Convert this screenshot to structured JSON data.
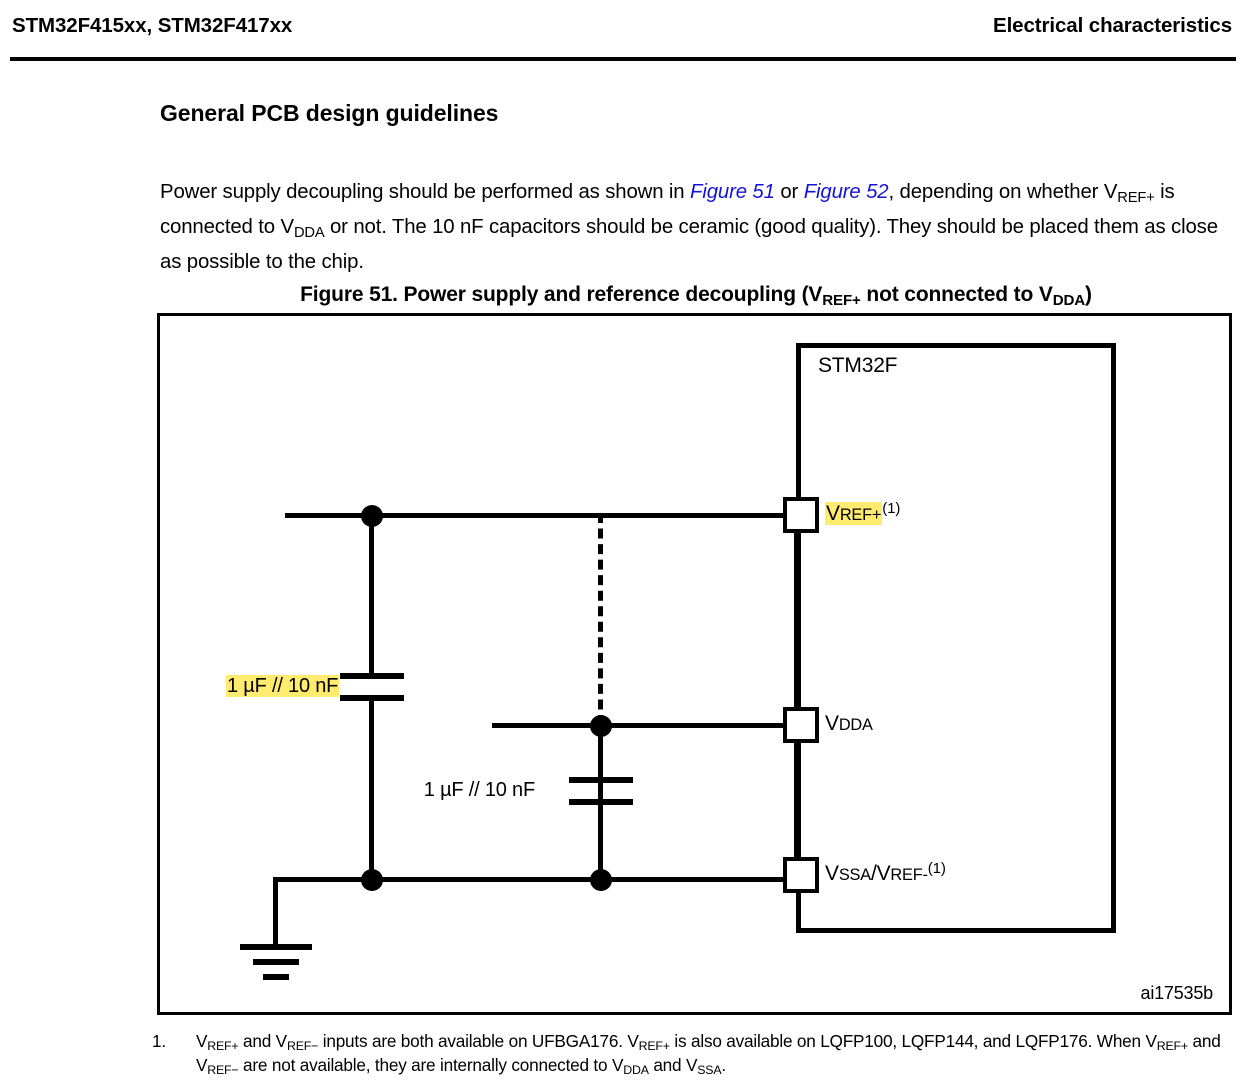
{
  "header": {
    "left_title": "STM32F415xx, STM32F417xx",
    "right_title": "Electrical characteristics"
  },
  "section": {
    "heading": "General PCB design guidelines",
    "paragraph": {
      "part1": "Power supply decoupling should be performed as shown in ",
      "figure_ref_1": "Figure 51",
      "part2": " or ",
      "figure_ref_2": "Figure 52",
      "part3": ", depending on whether V",
      "sub1": "REF+",
      "part4": " is connected to V",
      "sub2": "DDA",
      "part5": " or not. The 10 nF capacitors should be ceramic (good quality). They should be placed them as close as possible to the chip."
    }
  },
  "figure": {
    "caption": {
      "prefix": "Figure 51. Power supply and reference decoupling (V",
      "sub1": "REF+",
      "middle": " not connected to V",
      "sub2": "DDA",
      "suffix": ")"
    },
    "chip_label": "STM32F",
    "figure_id": "ai17535b",
    "pins": [
      {
        "name": "vrefp",
        "letter": "V",
        "subscript": "REF+",
        "footnote_marker": "(1)",
        "highlighted": true
      },
      {
        "name": "vdda",
        "letter": "V",
        "subscript": "DDA",
        "footnote_marker": "",
        "highlighted": false
      },
      {
        "name": "vssa",
        "letter": "V",
        "subscript": "SSA",
        "separator": "/V",
        "subscript2": "REF-",
        "footnote_marker": "(1)",
        "highlighted": false
      }
    ],
    "capacitors": [
      {
        "name": "cap-vref",
        "label": "1 µF // 10 nF",
        "highlighted": true
      },
      {
        "name": "cap-vdda",
        "label": "1 µF // 10 nF",
        "highlighted": false
      }
    ],
    "highlight_color": "#ffeb6e",
    "link_color": "#1414d8"
  },
  "footnote": {
    "marker": "1.",
    "p1": "V",
    "s1": "REF+",
    "p2": " and V",
    "s2": "REF−",
    "p3": " inputs are both available on UFBGA176. V",
    "s3": "REF+",
    "p4": " is also available on LQFP100, LQFP144, and LQFP176. When V",
    "s4": "REF+",
    "p5": " and V",
    "s5": "REF−",
    "p6": " are not available, they are internally connected to V",
    "s6": "DDA",
    "p7": " and V",
    "s7": "SSA",
    "p8": "."
  }
}
